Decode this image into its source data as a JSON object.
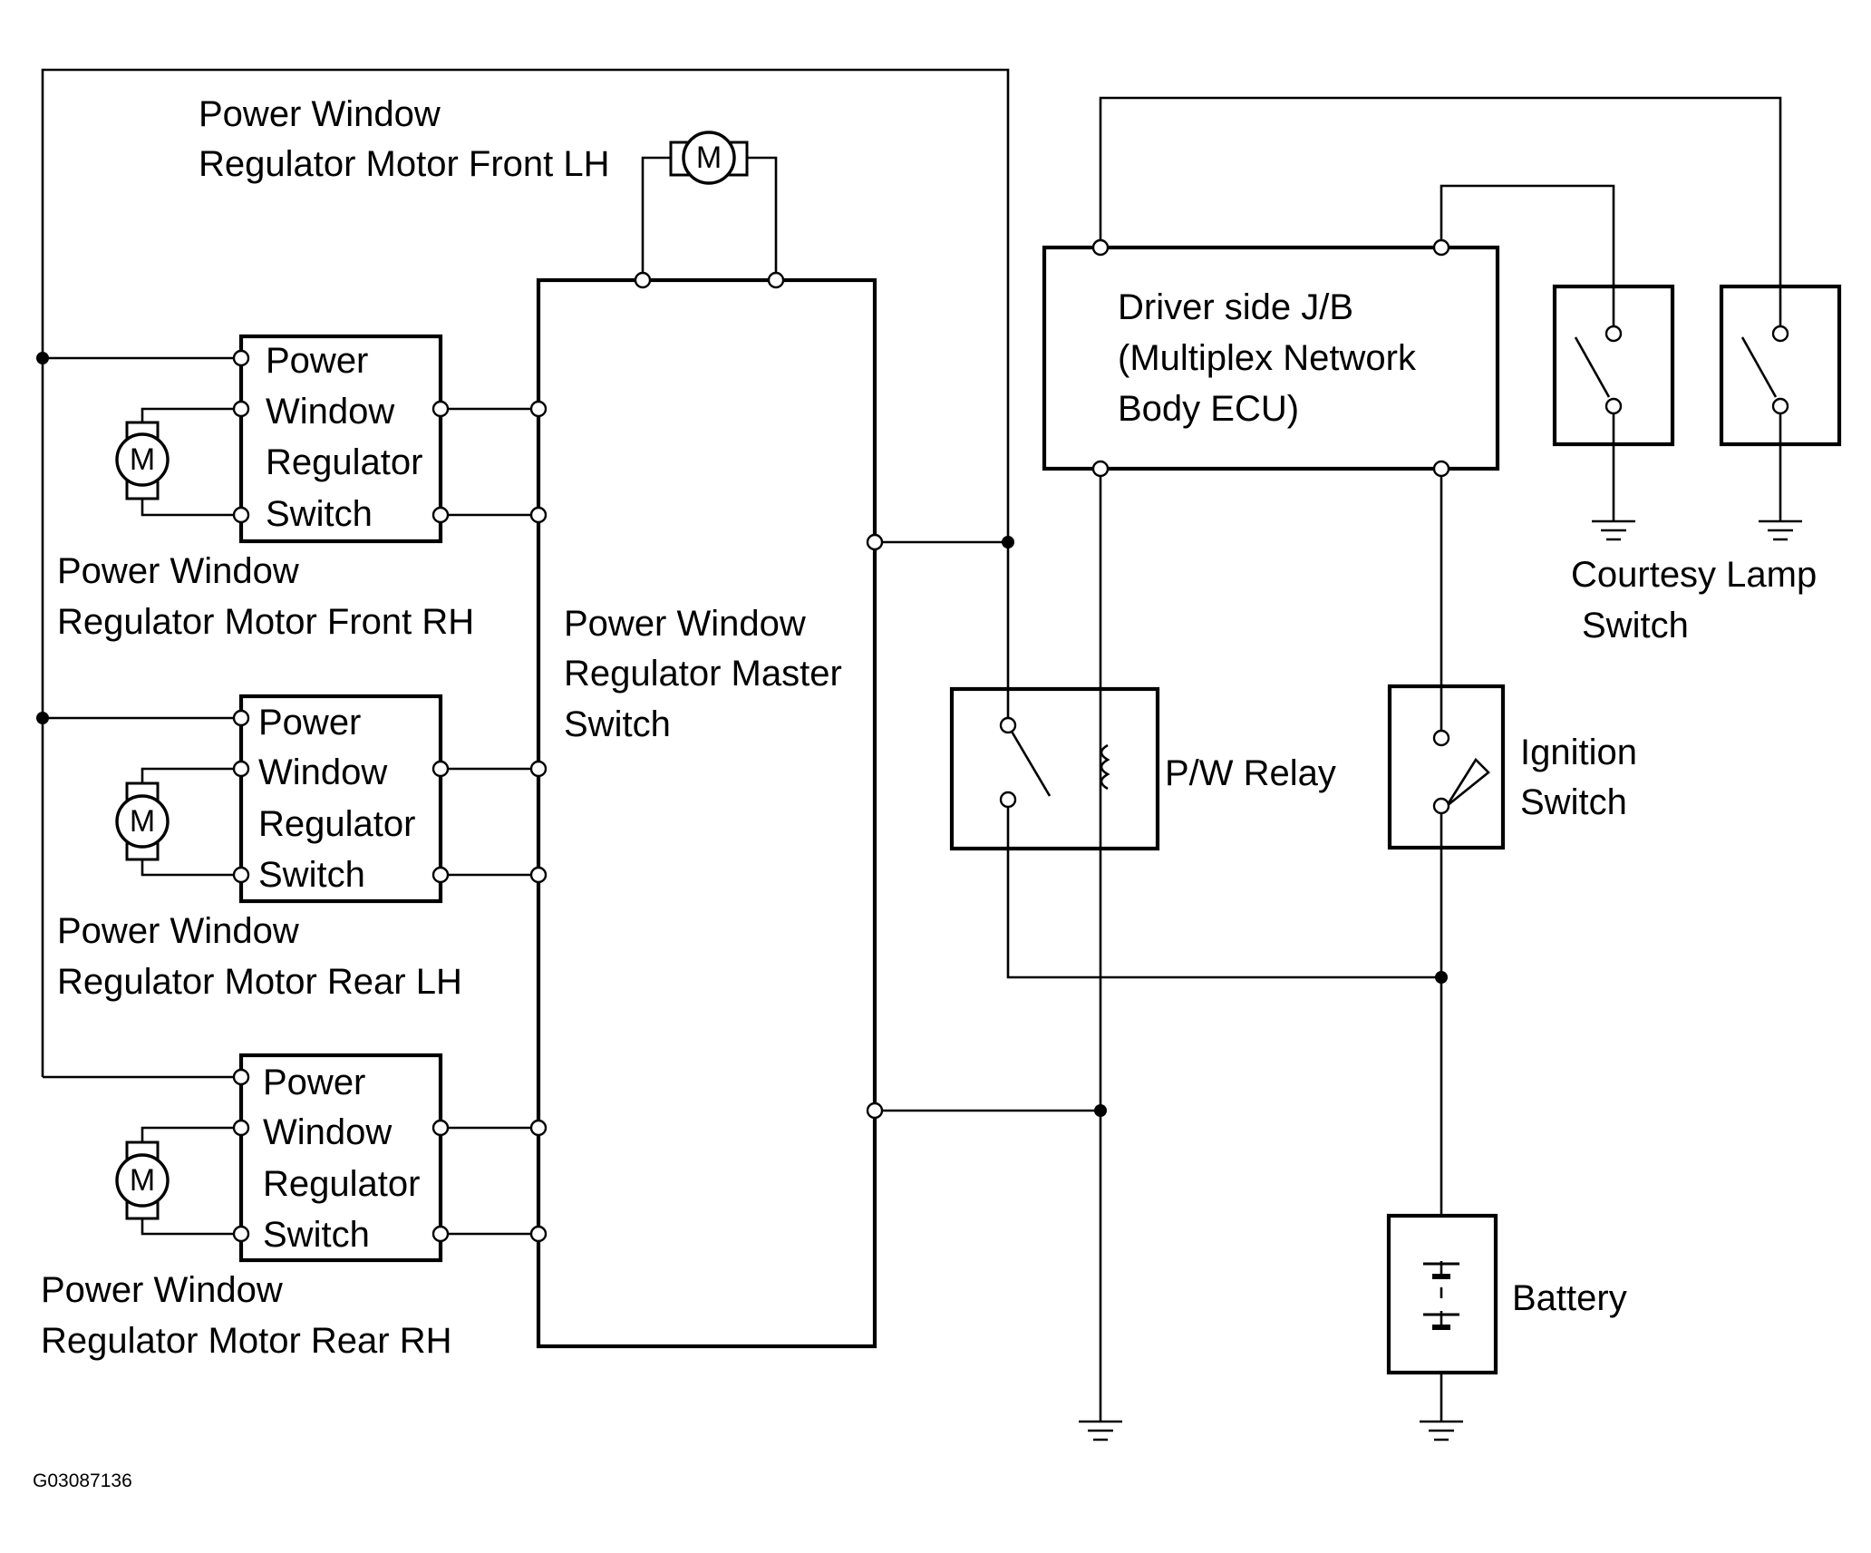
{
  "labels": {
    "motor_front_lh": [
      "Power Window",
      "Regulator Motor Front LH"
    ],
    "motor_front_rh": [
      "Power Window",
      "Regulator Motor Front RH"
    ],
    "motor_rear_lh": [
      "Power Window",
      "Regulator Motor Rear LH"
    ],
    "motor_rear_rh": [
      "Power Window",
      "Regulator Motor Rear RH"
    ],
    "regulator_switch": [
      "Power",
      "Window",
      "Regulator",
      "Switch"
    ],
    "master_switch": [
      "Power Window",
      "Regulator Master",
      "Switch"
    ],
    "jb": [
      "Driver side J/B",
      "(Multiplex Network",
      "Body ECU)"
    ],
    "courtesy_switch": [
      "Courtesy Lamp",
      "Switch"
    ],
    "relay": "P/W Relay",
    "ignition": [
      "Ignition",
      "Switch"
    ],
    "battery": "Battery",
    "motor_symbol": "M",
    "figure_id": "G03087136"
  }
}
